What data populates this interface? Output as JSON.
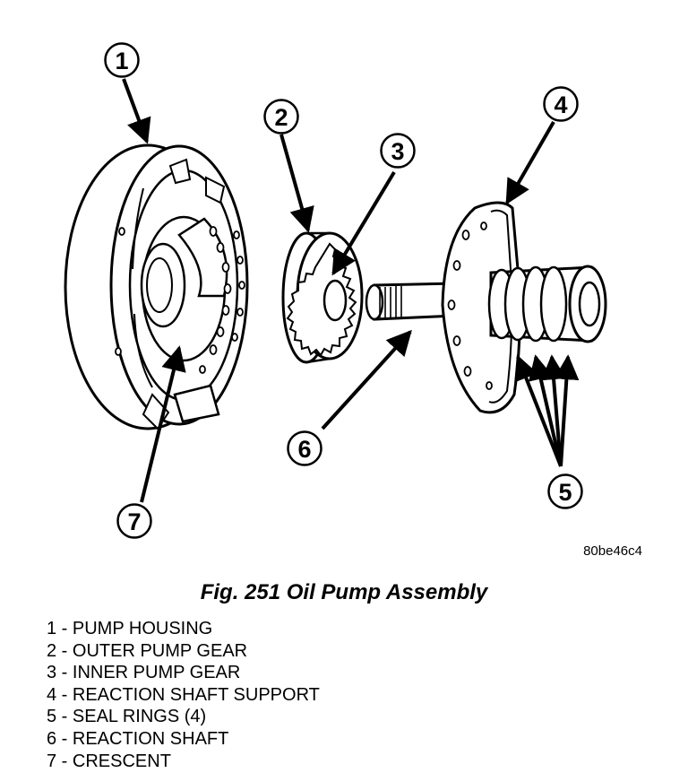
{
  "figure": {
    "drawing_id": "80be46c4",
    "caption": "Fig. 251 Oil Pump Assembly"
  },
  "callouts": [
    {
      "number": "1",
      "label": "PUMP HOUSING"
    },
    {
      "number": "2",
      "label": "OUTER PUMP GEAR"
    },
    {
      "number": "3",
      "label": "INNER PUMP GEAR"
    },
    {
      "number": "4",
      "label": "REACTION SHAFT SUPPORT"
    },
    {
      "number": "5",
      "label": "SEAL RINGS (4)"
    },
    {
      "number": "6",
      "label": "REACTION SHAFT"
    },
    {
      "number": "7",
      "label": "CRESCENT"
    }
  ],
  "legend": [
    "1 - PUMP HOUSING",
    "2 - OUTER PUMP GEAR",
    "3 - INNER PUMP GEAR",
    "4 - REACTION SHAFT SUPPORT",
    "5 - SEAL RINGS (4)",
    "6 - REACTION SHAFT",
    "7 - CRESCENT"
  ]
}
